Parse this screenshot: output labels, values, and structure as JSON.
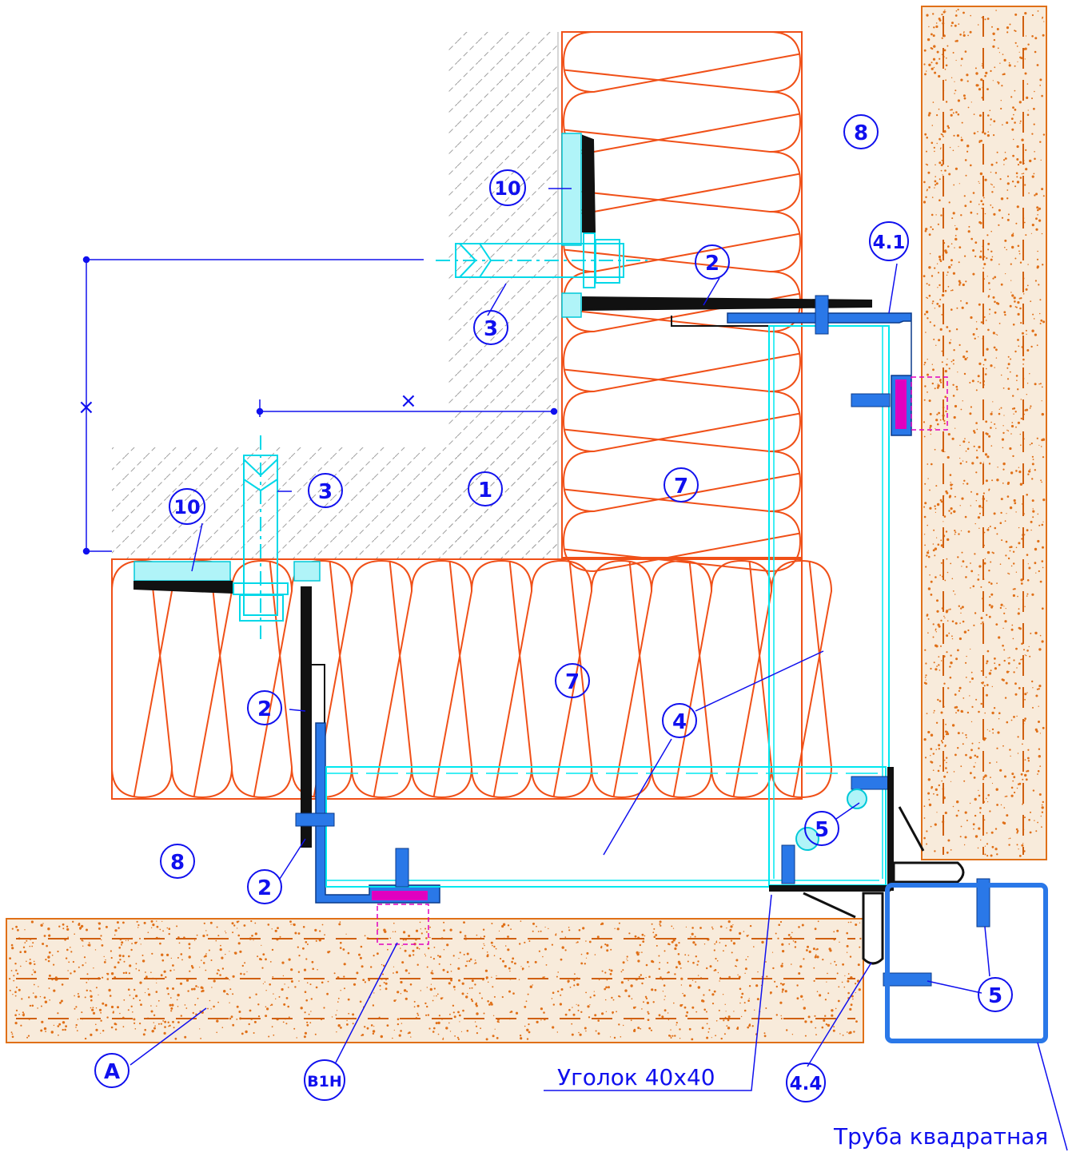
{
  "colors": {
    "annotation": "#1010ee",
    "insulation": "#f05018",
    "concrete_hatch": "#9a9a9a",
    "cladding_fill": "#f8ebdb",
    "cladding_speck": "#e07018",
    "profile_outline": "#00e8f0",
    "bracket": "#111111",
    "rail": "#2a78e8",
    "gasket": "#b0f4f8",
    "dowel_clip": "#e000c0"
  },
  "callouts": {
    "c1": "1",
    "c2a": "2",
    "c2b": "2",
    "c2c": "2",
    "c3a": "3",
    "c3b": "3",
    "c4a": "4",
    "c4_1": "4.1",
    "c4_4": "4.4",
    "c5a": "5",
    "c5b": "5",
    "c7a": "7",
    "c7b": "7",
    "c8a": "8",
    "c8b": "8",
    "c10a": "10",
    "c10b": "10",
    "cA": "A",
    "cB1H": "B1H"
  },
  "dimensions": {
    "vertical": "×",
    "horizontal": "×"
  },
  "notes": {
    "angle": "Уголок 40х40",
    "tube": "Труба квадратная"
  }
}
